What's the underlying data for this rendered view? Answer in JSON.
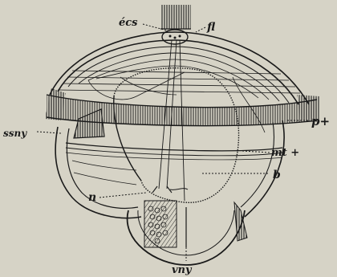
{
  "labels": {
    "ecs": "écs",
    "fl": "fl",
    "ssny": "ssny",
    "p_plus": "p+",
    "mt_plus": "mt +",
    "b": "b",
    "n": "n",
    "vny": "vny"
  },
  "colors": {
    "background": "#d6d3c6",
    "ink": "#1a1a1a"
  }
}
